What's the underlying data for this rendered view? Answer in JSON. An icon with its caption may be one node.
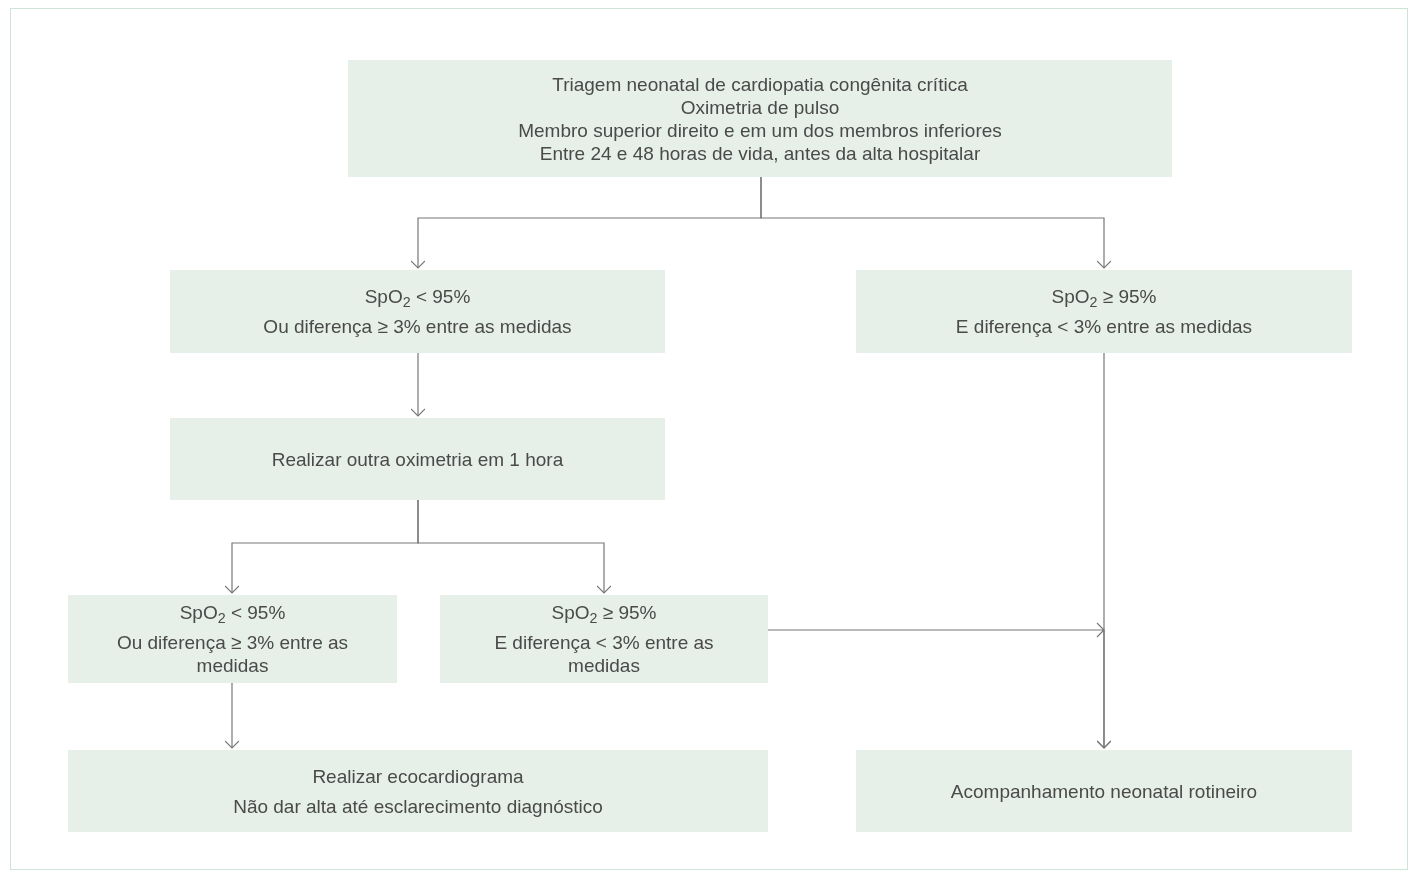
{
  "diagram": {
    "nodes": [
      {
        "text": [
          "Triagem neonatal de cardiopatia congênita crítica",
          "Oximetria de pulso",
          "Membro superior direito e em um dos membros inferiores",
          "Entre 24 e 48 horas de vida, antes da alta hospitalar"
        ]
      },
      {
        "text": [
          "SpO$_{2}$ < 95%",
          "Ou diferença ≥ 3% entre as medidas"
        ]
      },
      {
        "text": [
          "SpO$_{2}$ ≥ 95%",
          "E diferença < 3% entre as medidas"
        ]
      },
      {
        "text": [
          "Realizar outra oximetria em 1 hora"
        ]
      },
      {
        "text": [
          "SpO$_{2}$ < 95%",
          "Ou diferença ≥ 3% entre as medidas"
        ]
      },
      {
        "text": [
          "SpO$_{2}$ ≥ 95%",
          "E diferença < 3% entre as medidas"
        ]
      },
      {
        "text": [
          "Realizar ecocardiograma",
          "Não dar alta até esclarecimento diagnóstico"
        ]
      },
      {
        "text": [
          "Acompanhamento neonatal rotineiro"
        ]
      }
    ],
    "edges": [
      {
        "from": 0,
        "to": 1,
        "arrow": "to"
      },
      {
        "from": 0,
        "to": 2,
        "arrow": "to"
      },
      {
        "from": 1,
        "to": 3,
        "arrow": "to"
      },
      {
        "from": 3,
        "to": 4,
        "arrow": "to"
      },
      {
        "from": 3,
        "to": 5,
        "arrow": "to"
      },
      {
        "from": 4,
        "to": 6,
        "arrow": "to"
      },
      {
        "from": 2,
        "to": 7,
        "arrow": "to"
      },
      {
        "from": 5,
        "to": 7,
        "arrow": "to"
      }
    ]
  }
}
